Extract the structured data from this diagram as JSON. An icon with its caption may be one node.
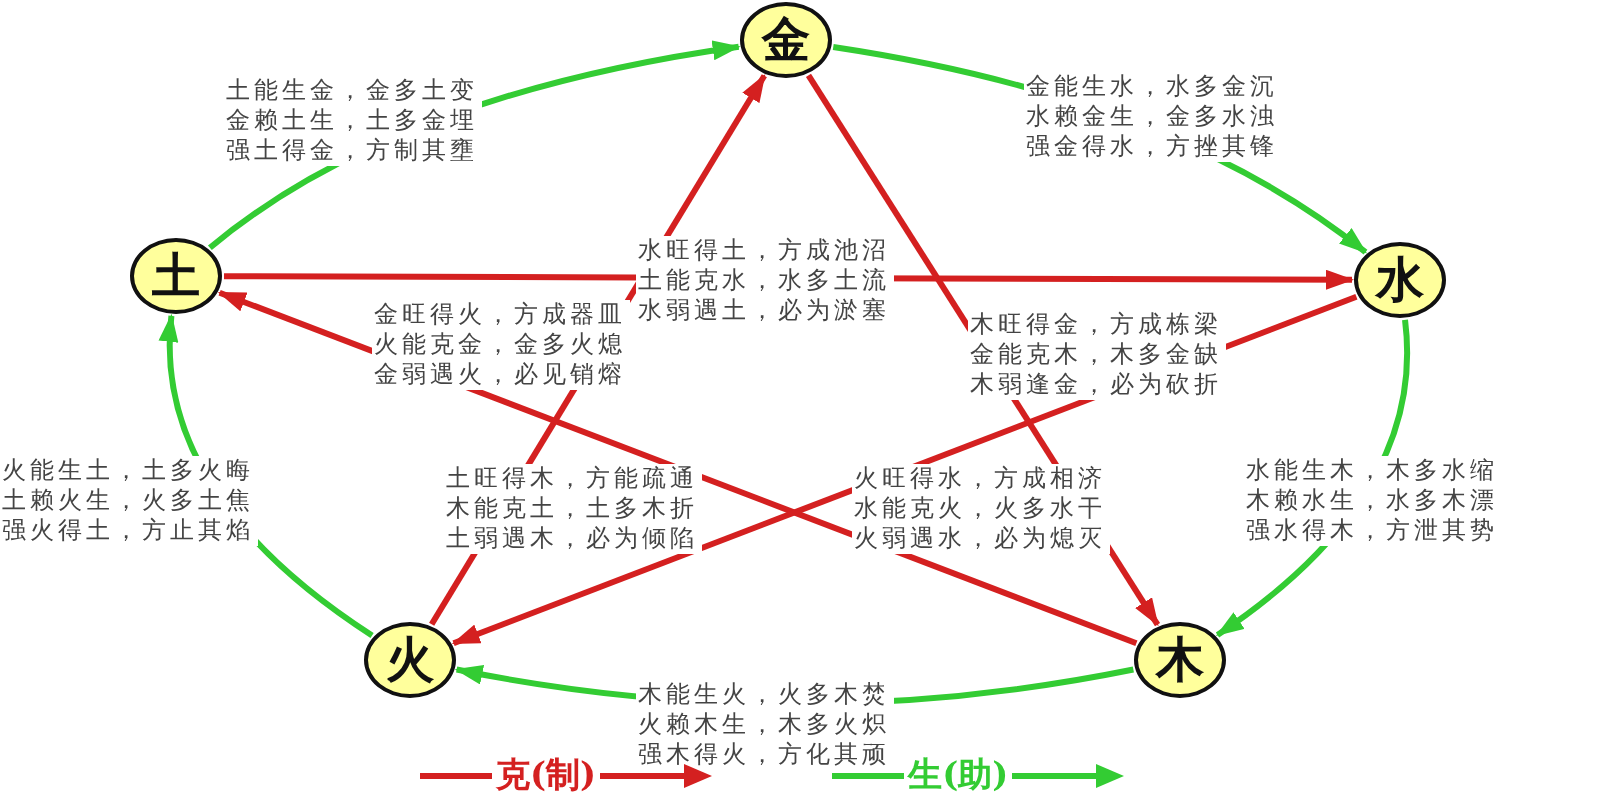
{
  "diagram": {
    "nodes": [
      {
        "text": [
          "金"
        ]
      },
      {
        "text": [
          "水"
        ]
      },
      {
        "text": [
          "木"
        ]
      },
      {
        "text": [
          "火"
        ]
      },
      {
        "text": [
          "土"
        ]
      }
    ],
    "edges": [
      {
        "from": 4,
        "to": 0,
        "arrow": "to",
        "color": "#33cc33",
        "label": "土能生金，金多土变金赖土生，土多金埋强土得金，方制其壅"
      },
      {
        "from": 0,
        "to": 1,
        "arrow": "to",
        "color": "#33cc33",
        "label": "金能生水，水多金沉水赖金生，金多水浊强金得水，方挫其锋"
      },
      {
        "from": 1,
        "to": 2,
        "arrow": "to",
        "color": "#33cc33",
        "label": "水能生木，木多水缩木赖水生，水多木漂强水得木，方泄其势"
      },
      {
        "from": 2,
        "to": 3,
        "arrow": "to",
        "color": "#33cc33",
        "label": "木能生火，火多木焚火赖木生，木多火炽强木得火，方化其顽"
      },
      {
        "from": 3,
        "to": 4,
        "arrow": "to",
        "color": "#33cc33",
        "label": "火能生土，土多火晦土赖火生，火多土焦强火得土，方止其焰"
      },
      {
        "from": 4,
        "to": 1,
        "arrow": "to",
        "color": "#d42020",
        "label": "水旺得土，方成池沼土能克水，水多土流水弱遇土，必为淤塞"
      },
      {
        "from": 3,
        "to": 0,
        "arrow": "to",
        "color": "#d42020",
        "label": "金旺得火，方成器皿火能克金，金多火熄金弱遇火，必见销熔"
      },
      {
        "from": 0,
        "to": 2,
        "arrow": "to",
        "color": "#d42020",
        "label": "木旺得金，方成栋梁金能克木，木多金缺木弱逢金，必为砍折"
      },
      {
        "from": 2,
        "to": 4,
        "arrow": "to",
        "color": "#d42020",
        "label": "土旺得木，方能疏通木能克土，土多木折土弱遇木，必为倾陷"
      },
      {
        "from": 1,
        "to": 3,
        "arrow": "to",
        "color": "#d42020",
        "label": "火旺得水，方成相济水能克火，火多水干火弱遇水，必为熄灭"
      }
    ],
    "legend": [
      {
        "text": "克(制)"
      },
      {
        "text": "生(助)"
      }
    ]
  }
}
